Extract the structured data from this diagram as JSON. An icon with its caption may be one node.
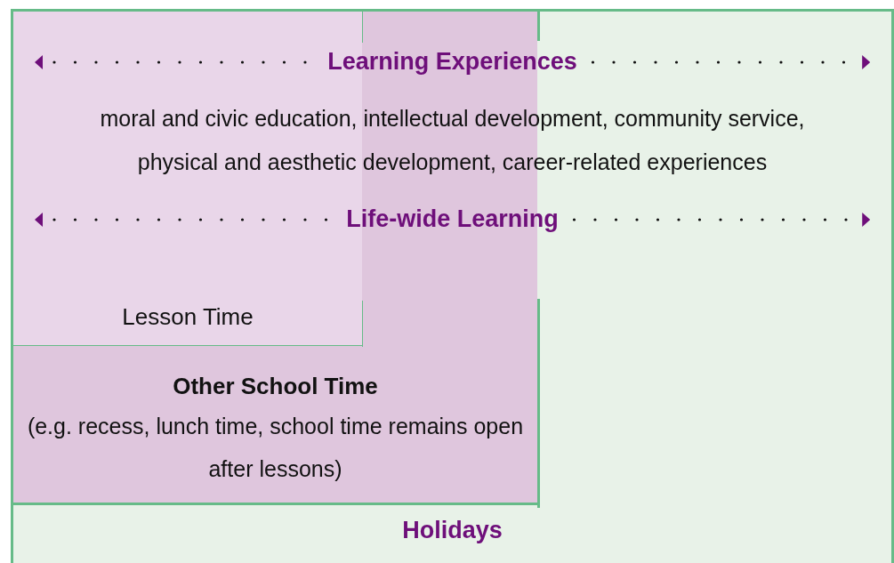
{
  "diagram": {
    "nodes": [
      {
        "text": [
          "Holidays"
        ]
      },
      {
        "text": [
          "Other School Time",
          "(e.g. recess, lunch time, school time remains open after lessons)"
        ],
        "in": 0
      },
      {
        "text": [
          "Lesson Time"
        ],
        "in": 1
      }
    ],
    "labels": [
      "Learning Experiences",
      "moral and civic education, intellectual development, community service, physical and aesthetic development, career-related experiences",
      "Life-wide Learning"
    ]
  }
}
